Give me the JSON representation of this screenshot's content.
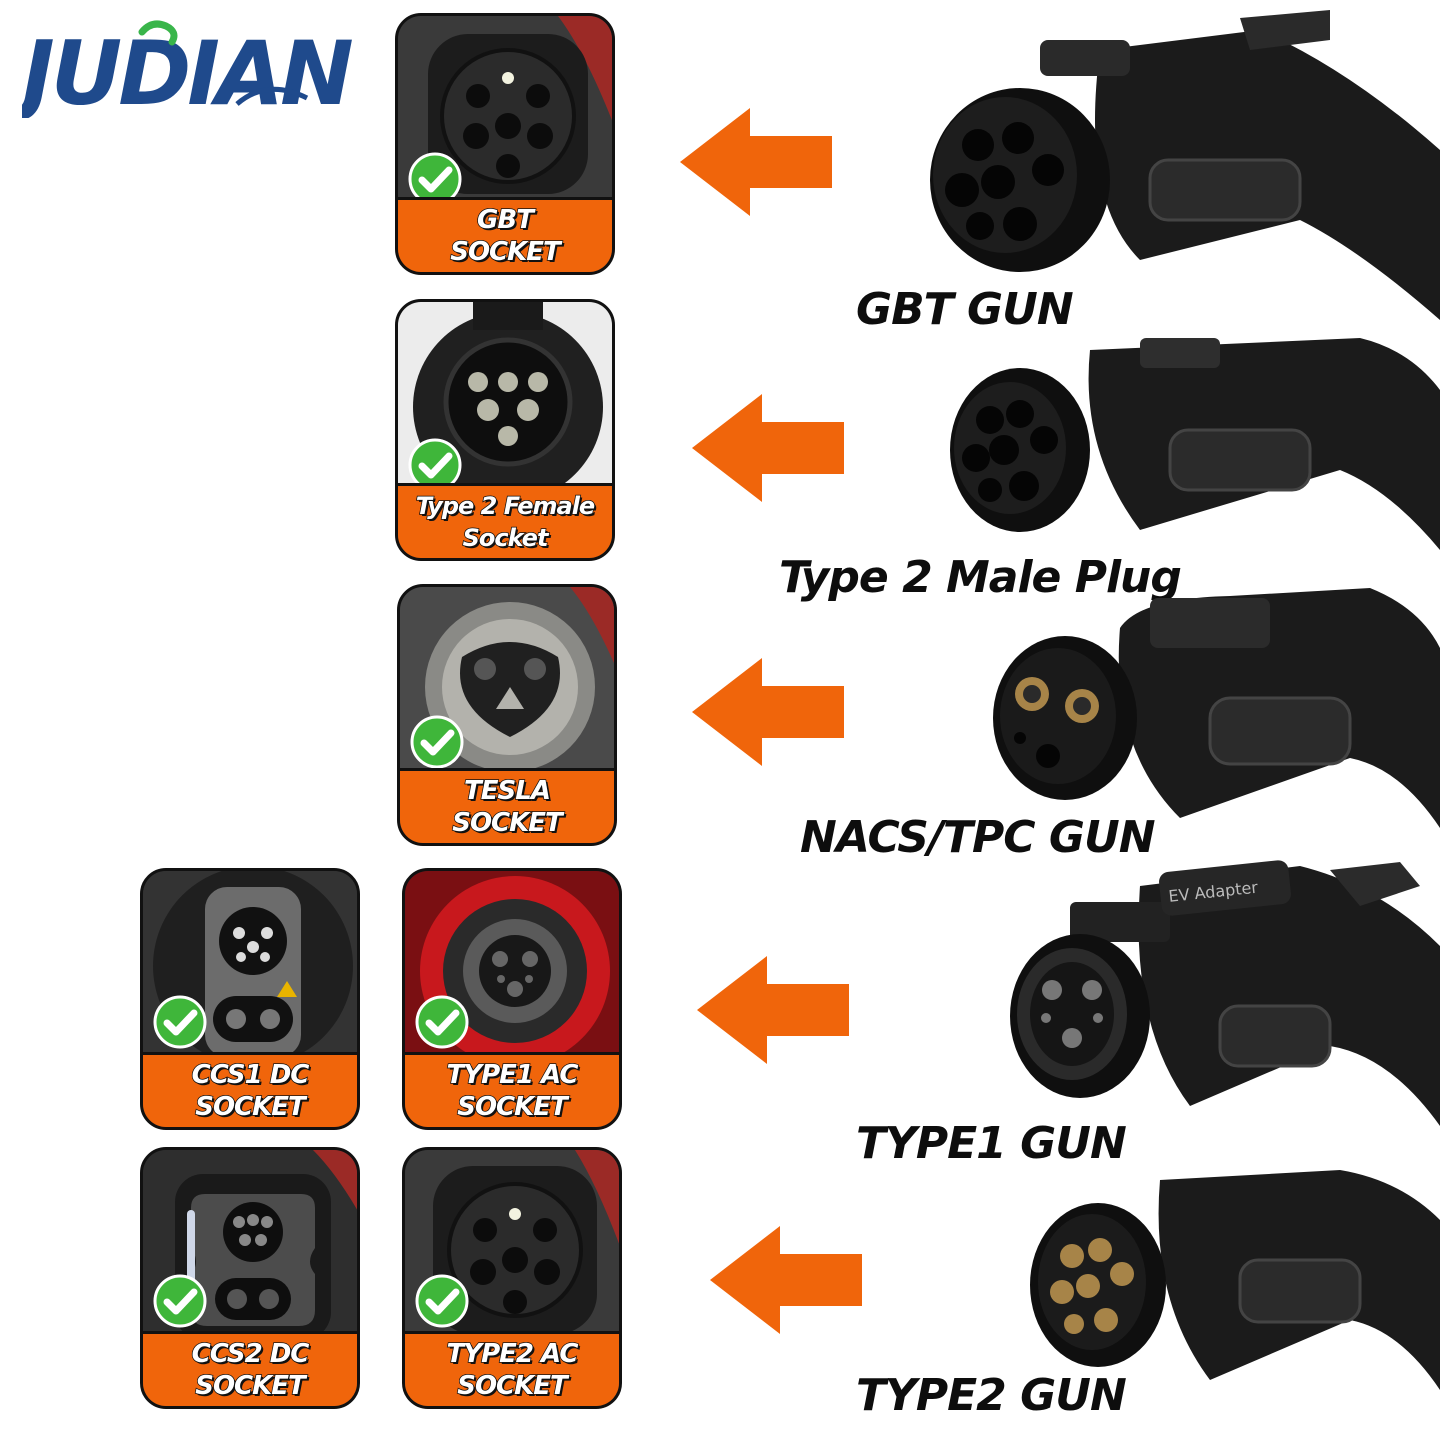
{
  "brand": {
    "name": "JUDIAN",
    "primary_color": "#1f4a8c",
    "accent_color": "#39b54a"
  },
  "colors": {
    "accent_orange": "#f0650b",
    "check_green": "#3fb63a",
    "gun_black": "#161616"
  },
  "sockets": [
    {
      "id": "gbt",
      "line1": "GBT",
      "line2": "SOCKET",
      "icon": "gbt-socket-icon"
    },
    {
      "id": "type2-female",
      "line1": "Type 2 Female",
      "line2": "Socket",
      "icon": "type2-socket-icon"
    },
    {
      "id": "tesla",
      "line1": "TESLA",
      "line2": "SOCKET",
      "icon": "tesla-socket-icon"
    },
    {
      "id": "ccs1",
      "line1": "CCS1 DC",
      "line2": "SOCKET",
      "icon": "ccs1-socket-icon"
    },
    {
      "id": "type1-ac",
      "line1": "TYPE1 AC",
      "line2": "SOCKET",
      "icon": "type1-socket-icon"
    },
    {
      "id": "ccs2",
      "line1": "CCS2 DC",
      "line2": "SOCKET",
      "icon": "ccs2-socket-icon"
    },
    {
      "id": "type2-ac",
      "line1": "TYPE2 AC",
      "line2": "SOCKET",
      "icon": "type2-socket-icon"
    }
  ],
  "guns": [
    {
      "label": "GBT GUN",
      "icon": "gbt-gun-icon"
    },
    {
      "label": "Type 2 Male Plug",
      "icon": "type2-plug-icon"
    },
    {
      "label": "NACS/TPC GUN",
      "icon": "nacs-gun-icon"
    },
    {
      "label": "TYPE1 GUN",
      "icon": "type1-gun-icon",
      "adapter_text": "EV Adapter"
    },
    {
      "label": "TYPE2 GUN",
      "icon": "type2-gun-icon"
    }
  ]
}
